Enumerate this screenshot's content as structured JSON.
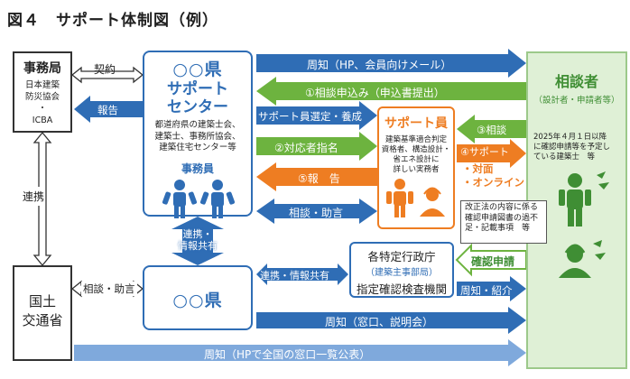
{
  "title": "図４　サポート体制図（例）",
  "jimukyoku": {
    "name": "事務局",
    "sub": [
      "日本建築",
      "防災協会",
      "・",
      "ICBA"
    ]
  },
  "kokudo": {
    "name": [
      "国土",
      "交通省"
    ]
  },
  "center": {
    "pref": "○○県",
    "head": [
      "サポート",
      "センター"
    ],
    "sub": [
      "都道府県の建築士会、",
      "建築士、事務所協会、",
      "建築住宅センター等"
    ],
    "staff": "事務員"
  },
  "pref2": {
    "pref": "○○県"
  },
  "agency": {
    "name": "各特定行政庁",
    "sub": "（建築主事部局）",
    "name2": "指定確認検査機関"
  },
  "supporter": {
    "head": "サポート員",
    "sub": [
      "建築基準適合判定",
      "資格者、構造設計・",
      "省エネ設計に",
      "詳しい実務者"
    ]
  },
  "consultant": {
    "head": "相談者",
    "head2": "（設計者・申請者等）",
    "sub": [
      "2025年４月１日以降",
      "に確認申請等を予定し",
      "ている建築士　等"
    ]
  },
  "note": {
    "lines": [
      "改正法の内容に係る",
      "確認申請図書の過不",
      "足・記載事項　等"
    ]
  },
  "labels": {
    "keiyaku": "契約",
    "houkoku": "報告",
    "renkei": "連携",
    "renkei_jouhou": [
      "連携・",
      "情報共有"
    ],
    "soudan_jogen_left": "相談・助言",
    "shuchi_hp": "周知（HP、会員向けメール）",
    "soudan_moushikomi": "①相談申込み（申込書提出）",
    "senntei": "サポート員選定・養成",
    "taiousha": "②対応者指名",
    "houkoku5": "⑤報　告",
    "soudan_jogen": "相談・助言",
    "soudan3": "③相談",
    "support4": [
      "④サポート",
      "・対面",
      "・オンライン"
    ],
    "renkei_jouhou2": "連携・情報共有",
    "kakunin": "確認申請",
    "shuchi_shoukai": "周知・紹介",
    "shuchi_madoguchi": "周知（窓口、説明会）",
    "shuchi_zenkoku": "周知（HPで全国の窓口一覧公表）"
  },
  "colors": {
    "blue": "#2f6db5",
    "green": "#6db33f",
    "orange": "#ee7d22",
    "lightblue": "#7fa9dc"
  }
}
